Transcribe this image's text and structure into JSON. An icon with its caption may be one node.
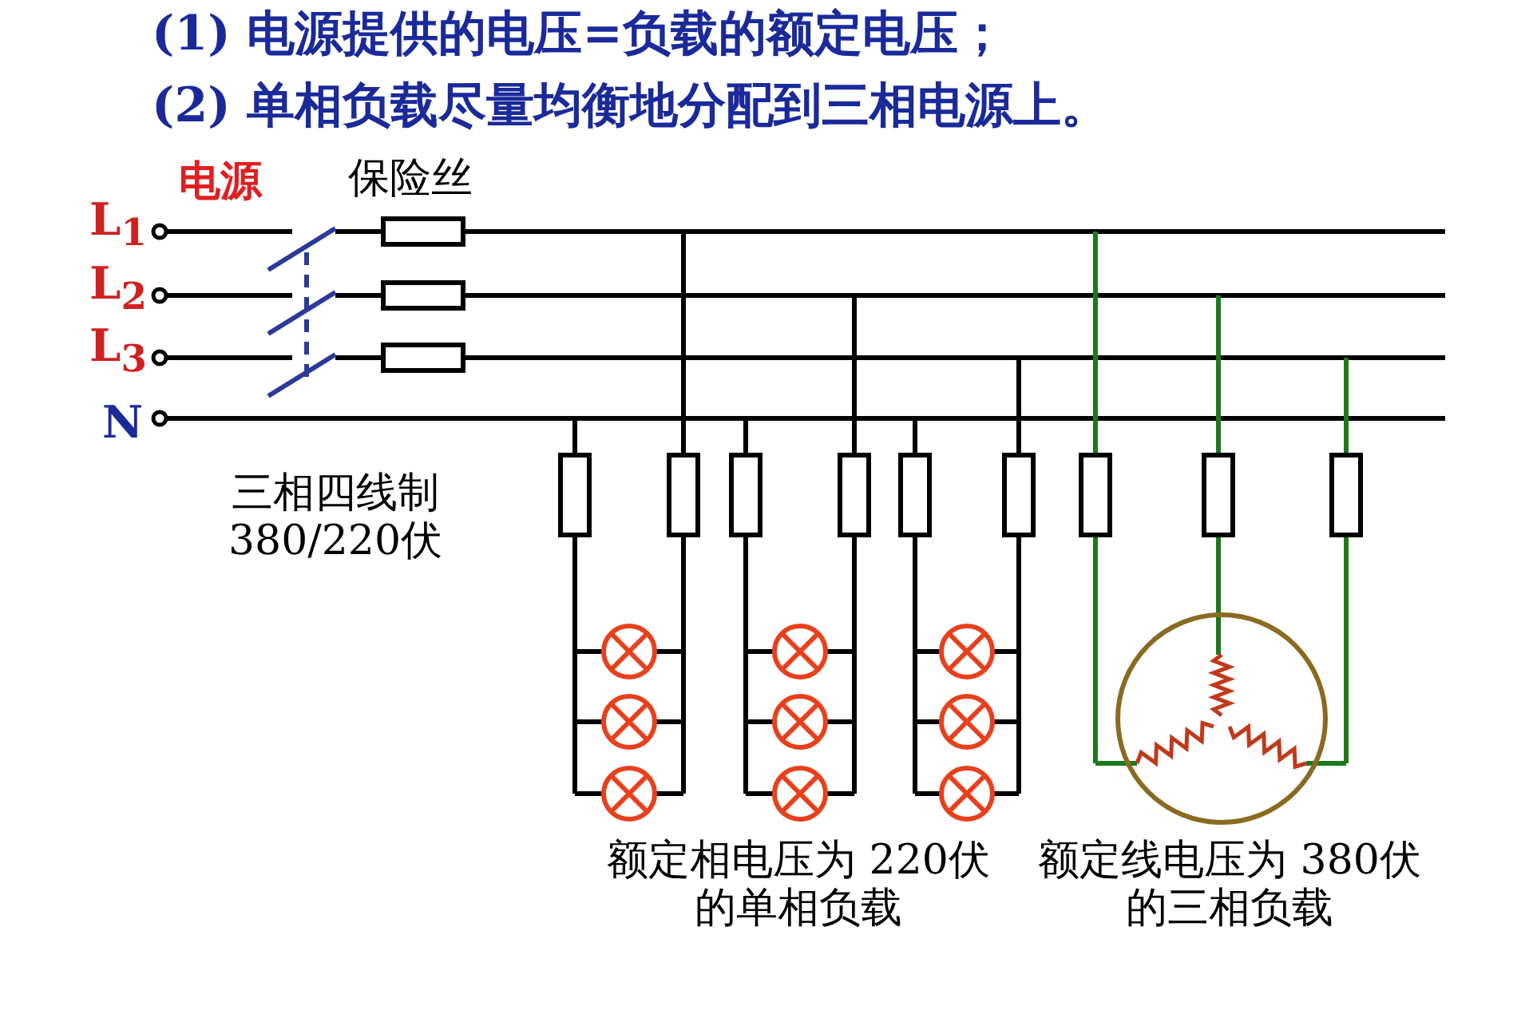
{
  "diagram": {
    "labels": [
      "(1) 电源提供的电压=负载的额定电压；",
      "(2) 单相负载尽量均衡地分配到三相电源上。",
      "电源",
      "保险丝",
      "L$_{1}$",
      "L$_{2}$",
      "L$_{3}$",
      "N",
      "三相四线制 380/220伏",
      "额定相电压为 220伏的单相负载",
      "额定线电压为 380伏的三相负载"
    ]
  }
}
